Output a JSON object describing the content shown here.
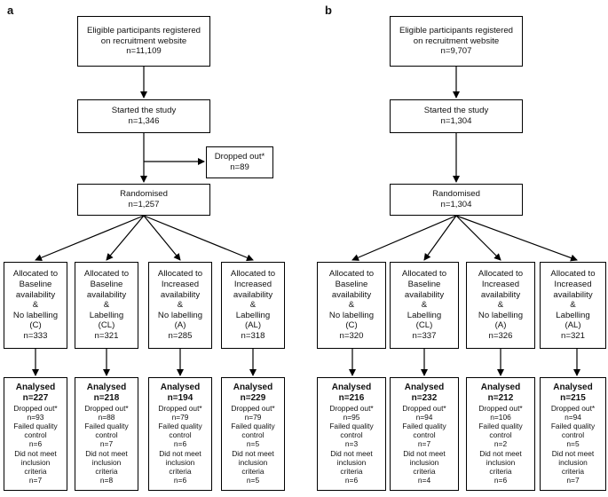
{
  "panels": [
    {
      "label": "a",
      "eligible": {
        "line1": "Eligible participants registered",
        "line2": "on recruitment website",
        "n": "n=11,109"
      },
      "started": {
        "line1": "Started the study",
        "n": "n=1,346"
      },
      "dropped": {
        "line1": "Dropped out*",
        "n": "n=89"
      },
      "randomised": {
        "line1": "Randomised",
        "n": "n=1,257"
      },
      "groups": [
        {
          "l1": "Allocated to",
          "l2": "Baseline",
          "l3": "availability",
          "l4": "&",
          "l5": "No labelling",
          "code": "(C)",
          "n": "n=333",
          "analysed": "Analysed",
          "an": "n=227",
          "dropped_label": "Dropped out*",
          "dn": "n=93",
          "fq1": "Failed quality",
          "fq2": "control",
          "fqn": "n=6",
          "dm1": "Did not meet",
          "dm2": "inclusion",
          "dm3": "criteria",
          "dmn": "n=7"
        },
        {
          "l1": "Allocated to",
          "l2": "Baseline",
          "l3": "availability",
          "l4": "&",
          "l5": "Labelling",
          "code": "(CL)",
          "n": "n=321",
          "analysed": "Analysed",
          "an": "n=218",
          "dropped_label": "Dropped out*",
          "dn": "n=88",
          "fq1": "Failed quality",
          "fq2": "control",
          "fqn": "n=7",
          "dm1": "Did not meet",
          "dm2": "inclusion",
          "dm3": "criteria",
          "dmn": "n=8"
        },
        {
          "l1": "Allocated to",
          "l2": "Increased",
          "l3": "availability",
          "l4": "&",
          "l5": "No labelling",
          "code": "(A)",
          "n": "n=285",
          "analysed": "Analysed",
          "an": "n=194",
          "dropped_label": "Dropped out*",
          "dn": "n=79",
          "fq1": "Failed quality",
          "fq2": "control",
          "fqn": "n=6",
          "dm1": "Did not meet",
          "dm2": "inclusion",
          "dm3": "criteria",
          "dmn": "n=6"
        },
        {
          "l1": "Allocated to",
          "l2": "Increased",
          "l3": "availability",
          "l4": "&",
          "l5": "Labelling",
          "code": "(AL)",
          "n": "n=318",
          "analysed": "Analysed",
          "an": "n=229",
          "dropped_label": "Dropped out*",
          "dn": "n=79",
          "fq1": "Failed quality",
          "fq2": "control",
          "fqn": "n=5",
          "dm1": "Did not meet",
          "dm2": "inclusion",
          "dm3": "criteria",
          "dmn": "n=5"
        }
      ]
    },
    {
      "label": "b",
      "eligible": {
        "line1": "Eligible participants registered",
        "line2": "on recruitment website",
        "n": "n=9,707"
      },
      "started": {
        "line1": "Started the study",
        "n": "n=1,304"
      },
      "randomised": {
        "line1": "Randomised",
        "n": "n=1,304"
      },
      "groups": [
        {
          "l1": "Allocated to",
          "l2": "Baseline",
          "l3": "availability",
          "l4": "&",
          "l5": "No labelling",
          "code": "(C)",
          "n": "n=320",
          "analysed": "Analysed",
          "an": "n=216",
          "dropped_label": "Dropped out*",
          "dn": "n=95",
          "fq1": "Failed quality",
          "fq2": "control",
          "fqn": "n=3",
          "dm1": "Did not meet",
          "dm2": "inclusion",
          "dm3": "criteria",
          "dmn": "n=6"
        },
        {
          "l1": "Allocated to",
          "l2": "Baseline",
          "l3": "availability",
          "l4": "&",
          "l5": "Labelling",
          "code": "(CL)",
          "n": "n=337",
          "analysed": "Analysed",
          "an": "n=232",
          "dropped_label": "Dropped out*",
          "dn": "n=94",
          "fq1": "Failed quality",
          "fq2": "control",
          "fqn": "n=7",
          "dm1": "Did not meet",
          "dm2": "inclusion",
          "dm3": "criteria",
          "dmn": "n=4"
        },
        {
          "l1": "Allocated to",
          "l2": "Increased",
          "l3": "availability",
          "l4": "&",
          "l5": "No labelling",
          "code": "(A)",
          "n": "n=326",
          "analysed": "Analysed",
          "an": "n=212",
          "dropped_label": "Dropped out*",
          "dn": "n=106",
          "fq1": "Failed quality",
          "fq2": "control",
          "fqn": "n=2",
          "dm1": "Did not meet",
          "dm2": "inclusion",
          "dm3": "criteria",
          "dmn": "n=6"
        },
        {
          "l1": "Allocated to",
          "l2": "Increased",
          "l3": "availability",
          "l4": "&",
          "l5": "Labelling",
          "code": "(AL)",
          "n": "n=321",
          "analysed": "Analysed",
          "an": "n=215",
          "dropped_label": "Dropped out*",
          "dn": "n=94",
          "fq1": "Failed quality",
          "fq2": "control",
          "fqn": "n=5",
          "dm1": "Did not meet",
          "dm2": "inclusion",
          "dm3": "criteria",
          "dmn": "n=7"
        }
      ]
    }
  ]
}
